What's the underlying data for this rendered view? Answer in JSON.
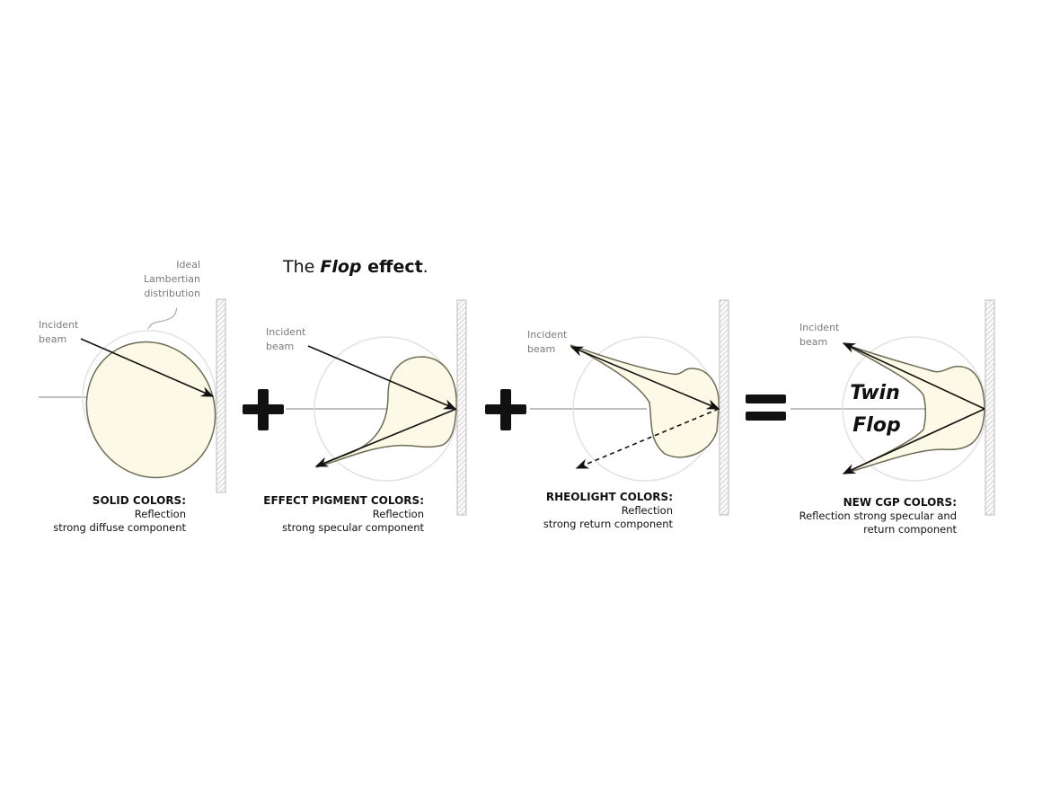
{
  "title": {
    "prefix": "The ",
    "emphasis": "Flop",
    "suffix": " effect",
    "period": "."
  },
  "annotation": {
    "line1": "Ideal",
    "line2": "Lambertian",
    "line3": "distribution"
  },
  "panels": [
    {
      "incident_1": "Incident",
      "incident_2": "beam",
      "heading": "SOLID COLORS:",
      "line1": "Reflection",
      "line2": "strong diffuse component"
    },
    {
      "incident_1": "Incident",
      "incident_2": "beam",
      "heading": "EFFECT PIGMENT COLORS:",
      "line1": "Reflection",
      "line2": "strong specular component"
    },
    {
      "incident_1": "Incident",
      "incident_2": "beam",
      "heading": "RHEOLIGHT COLORS:",
      "line1": "Reflection",
      "line2": "strong return component"
    },
    {
      "incident_1": "Incident",
      "incident_2": "beam",
      "heading": "NEW CGP COLORS:",
      "line1": "Reflection strong specular and",
      "line2": "return component",
      "overlay_1": "Twin",
      "overlay_2": "Flop"
    }
  ],
  "operators": {
    "plus": "+",
    "equals": "="
  },
  "colors": {
    "fill": "#fcfae6",
    "outline": "#6e6c55",
    "label": "#7a7a7a"
  }
}
